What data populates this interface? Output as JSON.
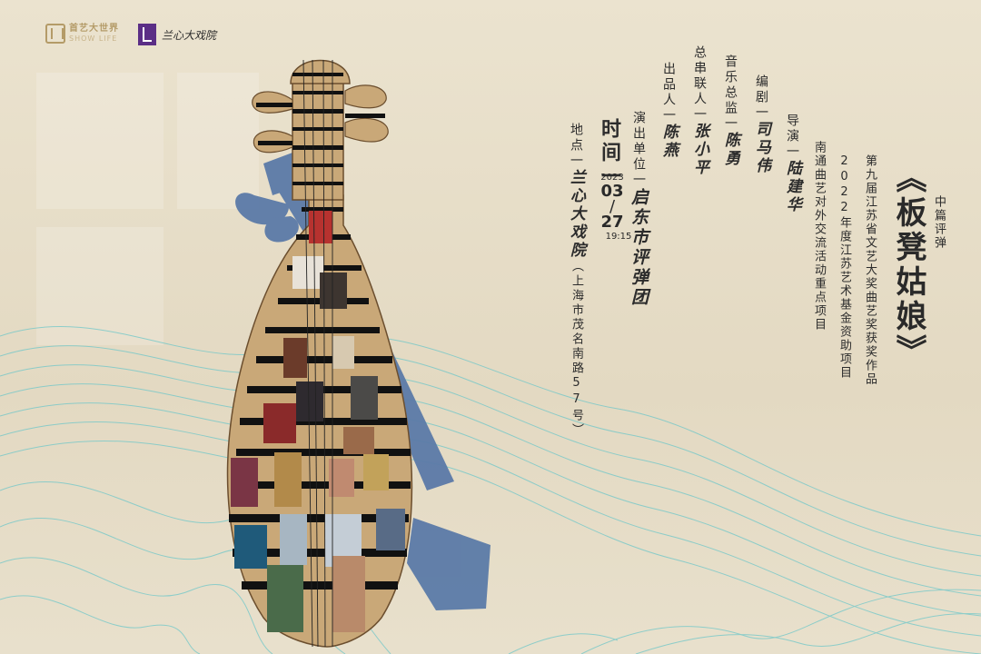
{
  "logos": {
    "left": {
      "name_cn": "首艺大世界",
      "name_en": "SHOW LIFE"
    },
    "right": {
      "name": "兰心大戏院"
    }
  },
  "poster": {
    "genre": "中篇评弹",
    "title": "《板凳姑娘》",
    "subtitles": [
      "第九届江苏省文艺大奖曲艺奖获奖作品",
      "2022年度江苏艺术基金资助项目",
      "南通曲艺对外交流活动重点项目"
    ],
    "credits": [
      {
        "role": "导演",
        "name": "陆建华"
      },
      {
        "role": "编剧",
        "name": "司马伟"
      },
      {
        "role": "音乐总监",
        "name": "陈勇"
      },
      {
        "role": "总串联人",
        "name": "张小平"
      },
      {
        "role": "出品人",
        "name": "陈燕"
      },
      {
        "role": "演出单位",
        "name": "启东市评弹团"
      }
    ],
    "time": {
      "label": "时间",
      "year": "2023",
      "month": "03",
      "day": "27",
      "clock": "19:15"
    },
    "venue": {
      "label": "地点",
      "name": "兰心大戏院",
      "address": "（上海市茂名南路57号）"
    },
    "separator": "一"
  },
  "colors": {
    "background": "#e6dcc6",
    "pipa_body": "#c9a878",
    "pipa_stripes": "#111111",
    "shadow_blue": "#5b7aa8",
    "wave_lines": "#6fc7c9"
  }
}
